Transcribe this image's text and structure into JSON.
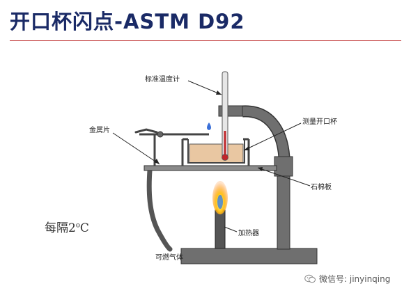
{
  "title": "开口杯闪点-ASTM D92",
  "labels": {
    "thermometer": "标准温度计",
    "cup": "测量开口杯",
    "metal_plate": "金属片",
    "asbestos_board": "石棉板",
    "heater": "加热器",
    "gas": "可燃气体"
  },
  "interval": {
    "text": "每隔2",
    "superscript": "o",
    "unit": "C"
  },
  "watermark": {
    "text": "微信号: jinyinqing",
    "icon": "wechat-icon"
  },
  "colors": {
    "title": "#1a2a66",
    "rule": "#c23a3a",
    "sample": "#e9c7a2",
    "frame": "#6f6f6f"
  }
}
